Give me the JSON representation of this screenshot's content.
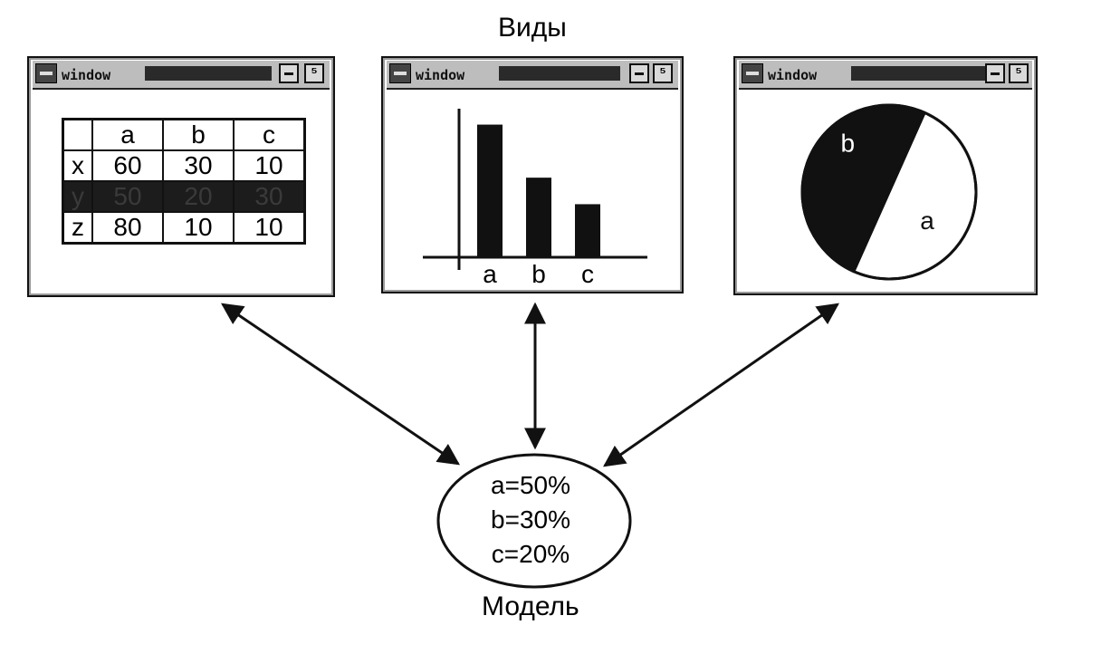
{
  "views_label": "Виды",
  "model_label": "Модель",
  "window_title": "window",
  "restore_glyph": "⁵",
  "table": {
    "columns": [
      "",
      "a",
      "b",
      "c"
    ],
    "rows": [
      {
        "label": "x",
        "values": [
          "60",
          "30",
          "10"
        ],
        "highlighted": false
      },
      {
        "label": "y",
        "values": [
          "50",
          "20",
          "30"
        ],
        "highlighted": true
      },
      {
        "label": "z",
        "values": [
          "80",
          "10",
          "10"
        ],
        "highlighted": false
      }
    ]
  },
  "model": {
    "lines": [
      "a=50%",
      "b=30%",
      "c=20%"
    ]
  },
  "chart_data": [
    {
      "type": "bar",
      "categories": [
        "a",
        "b",
        "c"
      ],
      "values": [
        50,
        30,
        20
      ],
      "ylim": [
        0,
        56
      ]
    },
    {
      "type": "pie",
      "labels": [
        "a",
        "b"
      ],
      "values": [
        50,
        50
      ],
      "colors": [
        "#ffffff",
        "#111111"
      ]
    }
  ],
  "colors": {
    "ink": "#111111",
    "titlebar": "#bdbdbd",
    "background": "#ffffff"
  }
}
